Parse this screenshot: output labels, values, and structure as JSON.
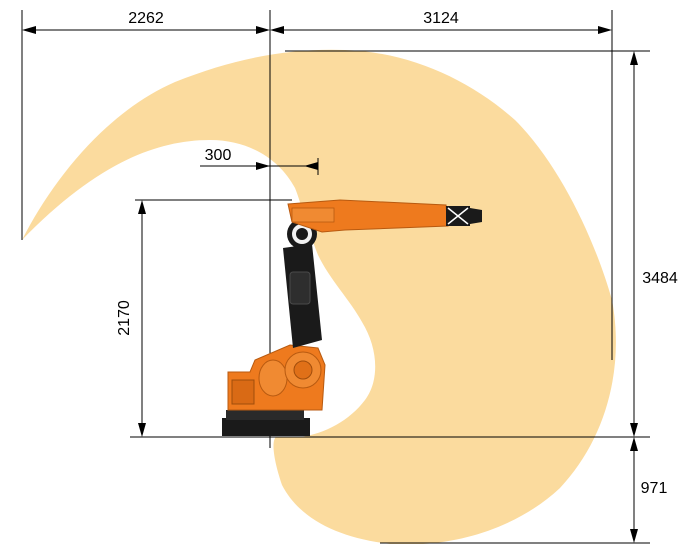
{
  "dimensions": {
    "rear_reach": "2262",
    "front_reach": "3124",
    "wrist_offset": "300",
    "shoulder_height": "2170",
    "max_height": "3484",
    "below_base": "971"
  },
  "colors": {
    "workspace": "#FBDB9E",
    "robot_orange": "#EE7A1E",
    "robot_dark": "#1A1A1A",
    "line": "#000000"
  },
  "icons": {
    "robot": "industrial-robot-arm"
  }
}
